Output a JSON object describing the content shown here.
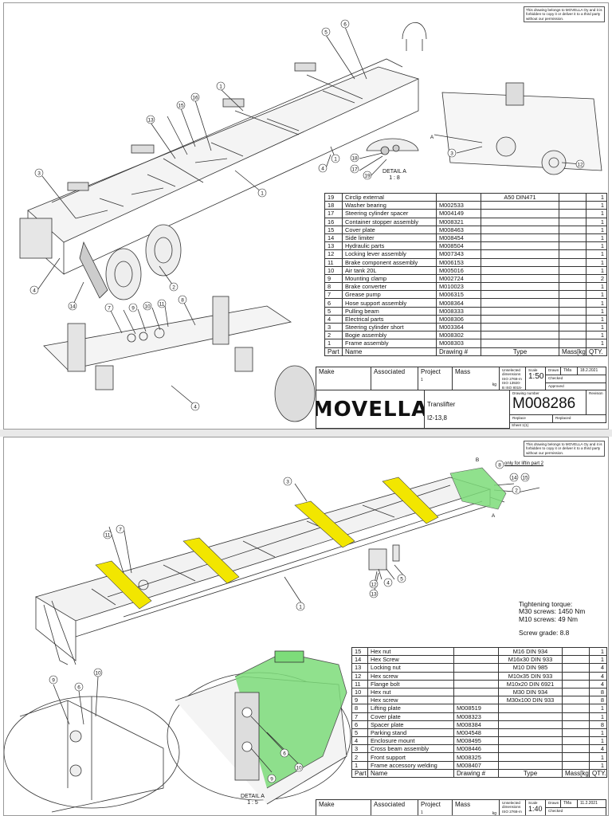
{
  "sheet1": {
    "notice": "This drawing belongs to MOVELLA Oy and it is forbidden to copy it or deliver it to a third party without our permission.",
    "detail_title": "DETAIL A",
    "detail_scale": "1 : 8",
    "balloons_main": [
      "5",
      "6",
      "1",
      "15",
      "16",
      "13",
      "3",
      "4",
      "2",
      "14",
      "1",
      "4",
      "7",
      "8",
      "9",
      "10",
      "11",
      "4"
    ],
    "balloons_detail": [
      "18",
      "17",
      "19",
      "1"
    ],
    "balloon_a_labels": [
      "A",
      "3",
      "12"
    ],
    "bom_rows": [
      {
        "no": "19",
        "name": "Circlip external",
        "drawing": "",
        "type": "A50 DIN471",
        "mass": "",
        "qty": "1"
      },
      {
        "no": "18",
        "name": "Washer bearing",
        "drawing": "M002533",
        "type": "",
        "mass": "",
        "qty": "1"
      },
      {
        "no": "17",
        "name": "Steering cylinder spacer",
        "drawing": "M004149",
        "type": "",
        "mass": "",
        "qty": "1"
      },
      {
        "no": "16",
        "name": "Container stopper assembly",
        "drawing": "M008321",
        "type": "",
        "mass": "",
        "qty": "1"
      },
      {
        "no": "15",
        "name": "Cover plate",
        "drawing": "M008463",
        "type": "",
        "mass": "",
        "qty": "1"
      },
      {
        "no": "14",
        "name": "Side limiter",
        "drawing": "M008454",
        "type": "",
        "mass": "",
        "qty": "1"
      },
      {
        "no": "13",
        "name": "Hydraulic parts",
        "drawing": "M008504",
        "type": "",
        "mass": "",
        "qty": "1"
      },
      {
        "no": "12",
        "name": "Locking lever assembly",
        "drawing": "M007343",
        "type": "",
        "mass": "",
        "qty": "1"
      },
      {
        "no": "11",
        "name": "Brake component assembly",
        "drawing": "M006153",
        "type": "",
        "mass": "",
        "qty": "1"
      },
      {
        "no": "10",
        "name": "Air tank 20L",
        "drawing": "M005016",
        "type": "",
        "mass": "",
        "qty": "1"
      },
      {
        "no": "9",
        "name": "Mounting clamp",
        "drawing": "M002724",
        "type": "",
        "mass": "",
        "qty": "2"
      },
      {
        "no": "8",
        "name": "Brake converter",
        "drawing": "M010023",
        "type": "",
        "mass": "",
        "qty": "1"
      },
      {
        "no": "7",
        "name": "Grease pump",
        "drawing": "M006315",
        "type": "",
        "mass": "",
        "qty": "1"
      },
      {
        "no": "6",
        "name": "Hose support assembly",
        "drawing": "M008364",
        "type": "",
        "mass": "",
        "qty": "1"
      },
      {
        "no": "5",
        "name": "Pulling beam",
        "drawing": "M008333",
        "type": "",
        "mass": "",
        "qty": "1"
      },
      {
        "no": "4",
        "name": "Electrical parts",
        "drawing": "M008306",
        "type": "",
        "mass": "",
        "qty": "1"
      },
      {
        "no": "3",
        "name": "Steering cylinder short",
        "drawing": "M003364",
        "type": "",
        "mass": "",
        "qty": "1"
      },
      {
        "no": "2",
        "name": "Bogie assembly",
        "drawing": "M008302",
        "type": "",
        "mass": "",
        "qty": "1"
      },
      {
        "no": "1",
        "name": "Frame assembly",
        "drawing": "M008303",
        "type": "",
        "mass": "",
        "qty": "1"
      }
    ],
    "bom_header": {
      "part": "Part",
      "name": "Name",
      "drawing": "Drawing #",
      "type": "Type",
      "mass": "Mass[kg]",
      "qty": "QTY."
    },
    "title_block": {
      "make": "Make",
      "associated": "Associated",
      "project": "Project",
      "mass": "Mass",
      "project_value": "1",
      "kg": "kg",
      "tolerance": "Unselected dimensions ISO 2768-m ISO 13920-B ISO 8015-C",
      "scale_label": "Scale",
      "scale": "1:50",
      "drawn": "Drawn",
      "drawn_by": "TMa",
      "date": "18.2.2021",
      "checked": "Checked",
      "approved": "Approved",
      "logo": "MOVELLA",
      "product": "Translifter",
      "model": "I2-13,8",
      "drawing_number_label": "Drawing number",
      "drawing_number": "M008286",
      "revision": "Revision",
      "replace": "Replace",
      "replaced": "Replaced",
      "sheet": "Sheet 1(1)"
    }
  },
  "sheet2": {
    "notice": "This drawing belongs to MOVELLA Oy and it is forbidden to copy it or deliver it to a third party without our permission.",
    "only_for_liftin": "only for liftin part 2",
    "torque_title": "Tightening torque:",
    "torque_m30": "M30 screws: 1450 Nm",
    "torque_m10": "M10 screws: 49 Nm",
    "screw_grade": "Screw grade: 8.8",
    "detail_title": "DETAIL A",
    "detail_scale": "1 : 5",
    "balloons_main": [
      "8",
      "14",
      "15",
      "2",
      "3",
      "7",
      "11",
      "1",
      "12",
      "13",
      "4",
      "5"
    ],
    "balloons_detail": [
      "9",
      "6",
      "10",
      "6",
      "10",
      "9"
    ],
    "label_a": "A",
    "label_b": "B",
    "bom_rows": [
      {
        "no": "15",
        "name": "Hex nut",
        "drawing": "",
        "type": "M16 DIN 934",
        "mass": "",
        "qty": "1"
      },
      {
        "no": "14",
        "name": "Hex Screw",
        "drawing": "",
        "type": "M16x30 DIN 933",
        "mass": "",
        "qty": "1"
      },
      {
        "no": "13",
        "name": "Locking nut",
        "drawing": "",
        "type": "M10 DIN 985",
        "mass": "",
        "qty": "4"
      },
      {
        "no": "12",
        "name": "Hex screw",
        "drawing": "",
        "type": "M10x35 DIN 933",
        "mass": "",
        "qty": "4"
      },
      {
        "no": "11",
        "name": "Flange bolt",
        "drawing": "",
        "type": "M10x20 DIN 6921",
        "mass": "",
        "qty": "4"
      },
      {
        "no": "10",
        "name": "Hex nut",
        "drawing": "",
        "type": "M30 DIN 934",
        "mass": "",
        "qty": "8"
      },
      {
        "no": "9",
        "name": "Hex screw",
        "drawing": "",
        "type": "M30x100 DIN 933",
        "mass": "",
        "qty": "8"
      },
      {
        "no": "8",
        "name": "Lifting plate",
        "drawing": "M008519",
        "type": "",
        "mass": "",
        "qty": "1"
      },
      {
        "no": "7",
        "name": "Cover plate",
        "drawing": "M008323",
        "type": "",
        "mass": "",
        "qty": "1"
      },
      {
        "no": "6",
        "name": "Spacer plate",
        "drawing": "M008384",
        "type": "",
        "mass": "",
        "qty": "8"
      },
      {
        "no": "5",
        "name": "Parking stand",
        "drawing": "M004548",
        "type": "",
        "mass": "",
        "qty": "1"
      },
      {
        "no": "4",
        "name": "Enclosure mount",
        "drawing": "M008495",
        "type": "",
        "mass": "",
        "qty": "1"
      },
      {
        "no": "3",
        "name": "Cross beam assembly",
        "drawing": "M008446",
        "type": "",
        "mass": "",
        "qty": "4"
      },
      {
        "no": "2",
        "name": "Front support",
        "drawing": "M008325",
        "type": "",
        "mass": "",
        "qty": "1"
      },
      {
        "no": "1",
        "name": "Frame accessory welding",
        "drawing": "M008407",
        "type": "",
        "mass": "",
        "qty": "1"
      }
    ],
    "bom_header": {
      "part": "Part",
      "name": "Name",
      "drawing": "Drawing #",
      "type": "Type",
      "mass": "Mass[kg]",
      "qty": "QTY."
    },
    "title_block": {
      "make": "Make",
      "associated": "Associated",
      "project": "Project",
      "mass": "Mass",
      "project_value": "1",
      "kg": "kg",
      "tolerance": "Unselected dimensions ISO 2768-m",
      "scale_label": "Scale",
      "scale": "1:40",
      "drawn": "Drawn",
      "drawn_by": "TMa",
      "date": "11.2.2021",
      "checked": "Checked"
    }
  },
  "colors": {
    "highlight_yellow": "#f2e600",
    "highlight_green": "#7ddc7a",
    "line": "#333333",
    "background_gap": "#e9e9e9"
  }
}
